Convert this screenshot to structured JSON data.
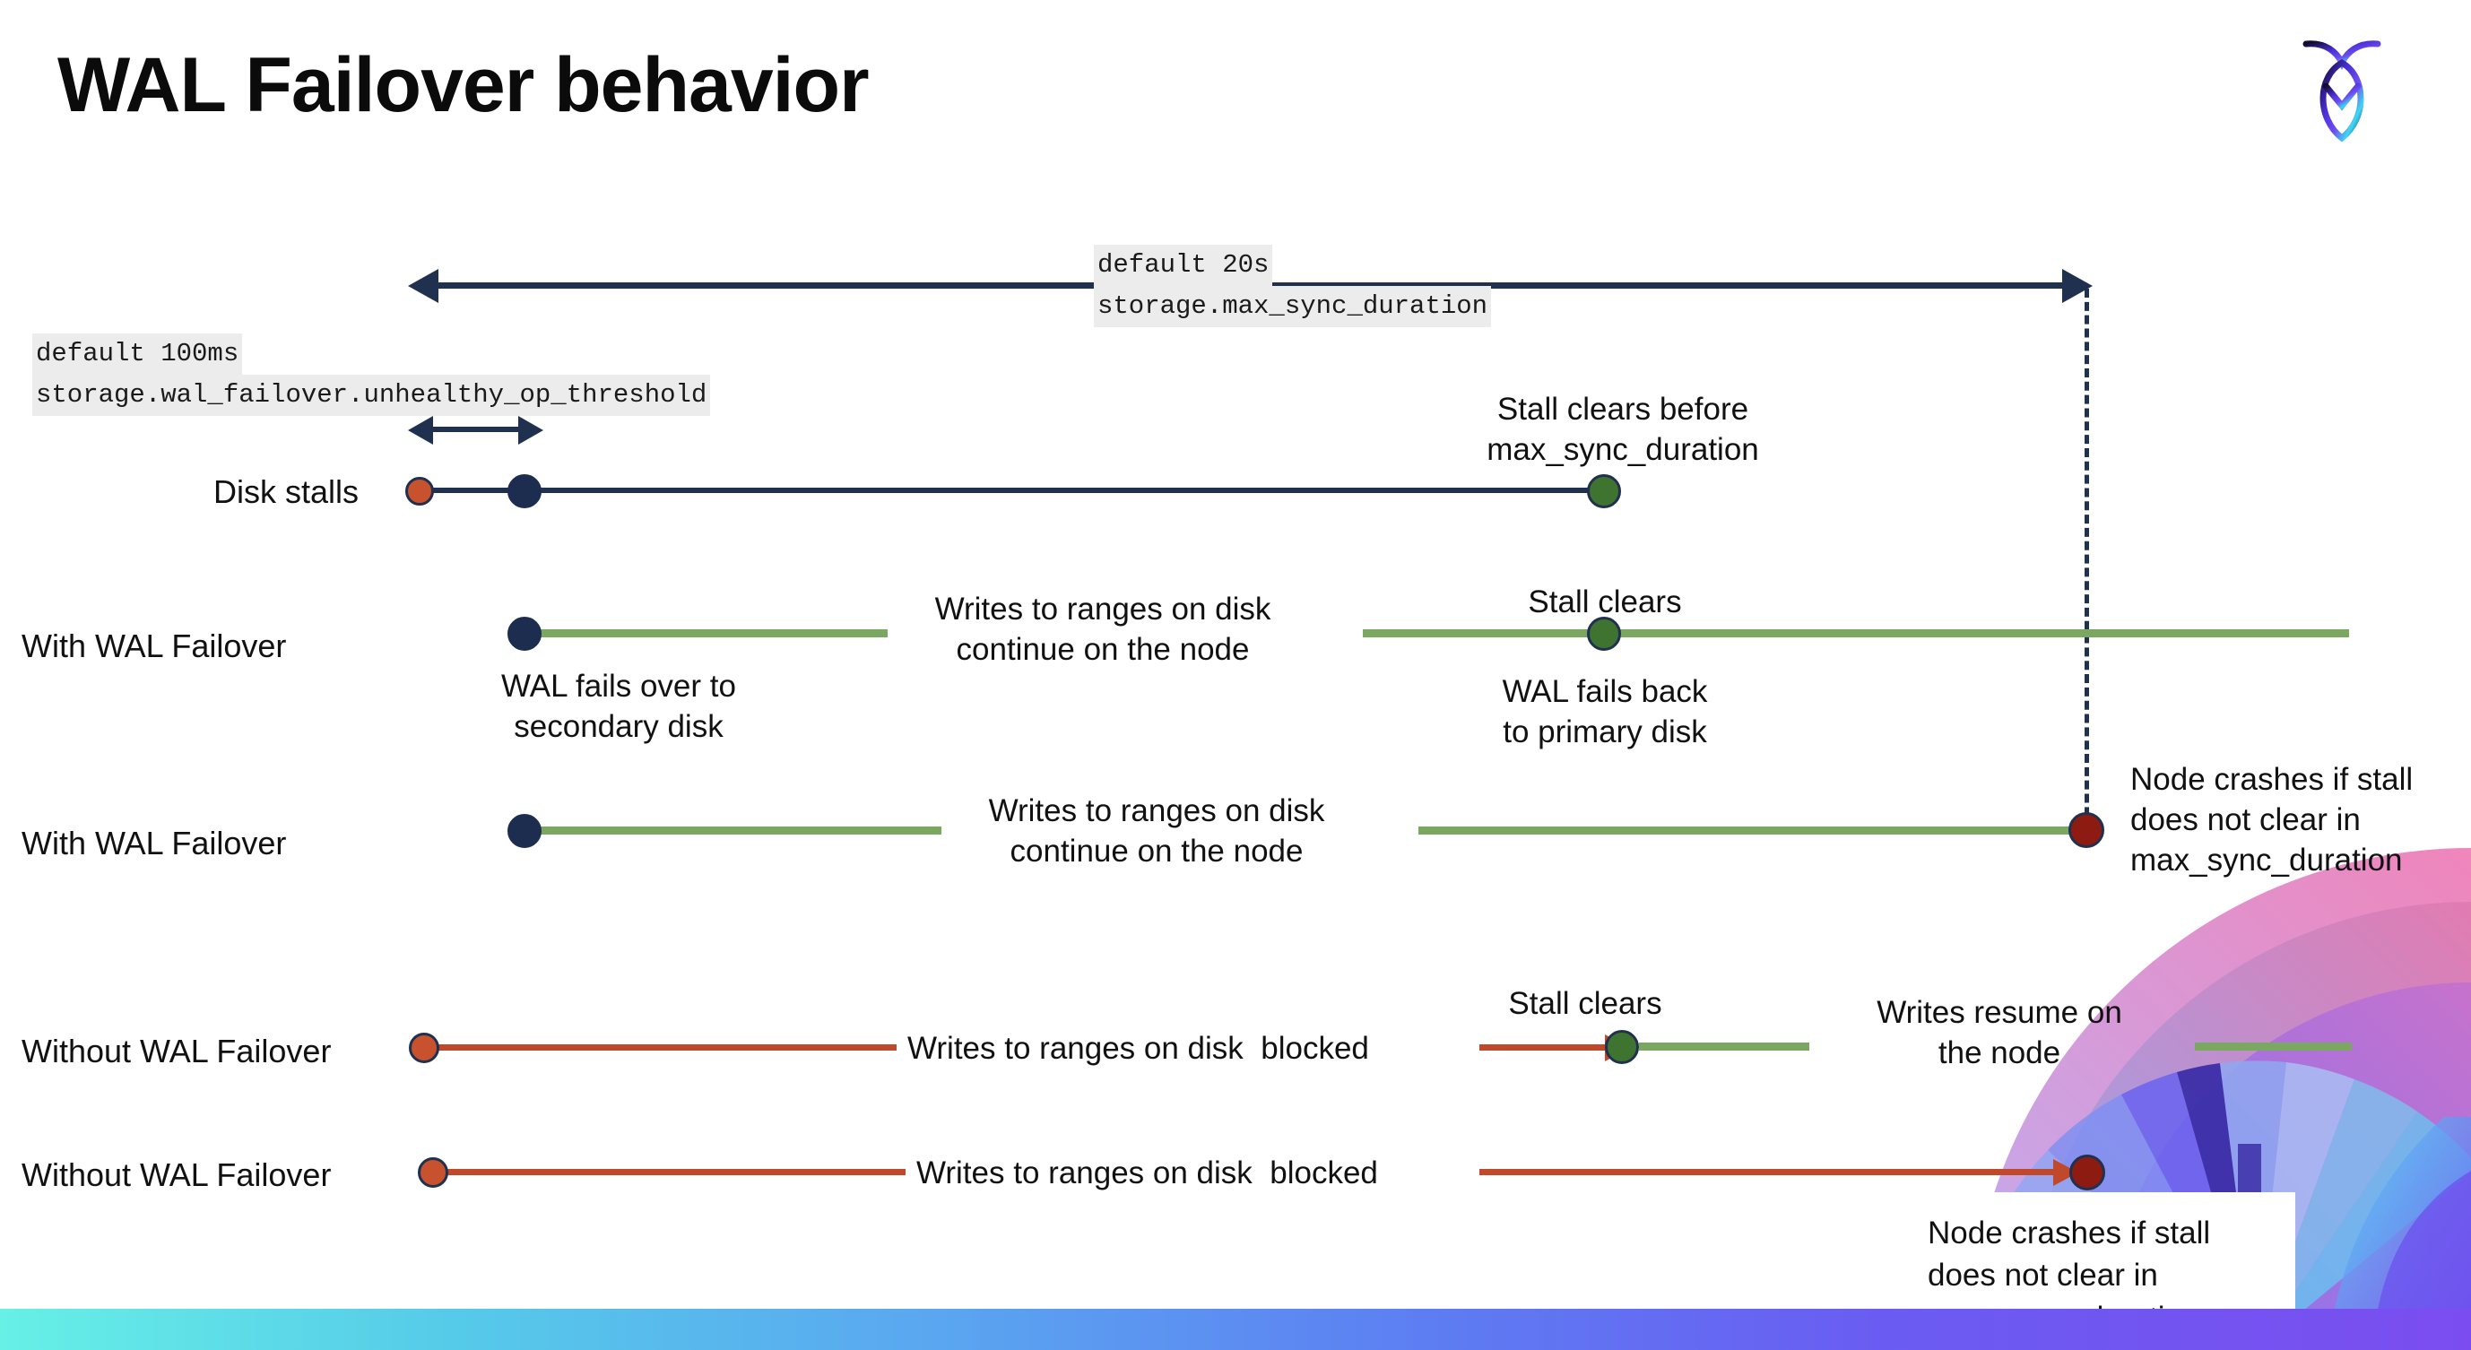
{
  "slide": {
    "title": "WAL Failover behavior",
    "logo_name": "cockroachdb-logo"
  },
  "settings": {
    "max_sync": {
      "default_label": "default 20s",
      "setting_name": "storage.max_sync_duration"
    },
    "unhealthy": {
      "default_label": "default 100ms",
      "setting_name": "storage.wal_failover.unhealthy_op_threshold"
    }
  },
  "rows": [
    {
      "label": "Disk stalls",
      "annotations": [
        "Stall clears before\nmax_sync_duration"
      ]
    },
    {
      "label": "With WAL Failover",
      "annotations": [
        "WAL fails over to\nsecondary disk",
        "Writes to ranges on disk\ncontinue on the node",
        "Stall clears",
        "WAL fails  back\nto primary disk"
      ]
    },
    {
      "label": "With WAL Failover",
      "annotations": [
        "Writes to ranges on disk\ncontinue on the node",
        "Node crashes if stall\ndoes not clear in\nmax_sync_duration"
      ]
    },
    {
      "label": "Without WAL Failover",
      "annotations": [
        "Writes to ranges on disk  blocked",
        "Stall clears",
        "Writes resume on\nthe node"
      ]
    },
    {
      "label": "Without WAL Failover",
      "annotations": [
        "Writes to ranges on disk  blocked",
        "Node crashes if stall\ndoes not clear in\nmax_sync_duration"
      ]
    }
  ],
  "text": {
    "stall_clears_before": "Stall clears before\nmax_sync_duration",
    "wal_fails_over": "WAL fails over to\nsecondary disk",
    "writes_continue": "Writes to ranges on disk\ncontinue on the node",
    "stall_clears": "Stall clears",
    "wal_fails_back": "WAL fails  back\nto primary disk",
    "writes_continue_2": "Writes to ranges on disk\ncontinue on the node",
    "node_crashes_1": "Node crashes if stall\ndoes not clear in\nmax_sync_duration",
    "writes_blocked_1": "Writes to ranges on disk  blocked",
    "stall_clears_2": "Stall clears",
    "writes_resume": "Writes resume on\nthe node",
    "writes_blocked_2": "Writes to ranges on disk  blocked",
    "node_crashes_2": "Node crashes if stall\ndoes not clear in\nmax_sync_duration",
    "row_label_1": "Disk stalls",
    "row_label_2": "With WAL Failover",
    "row_label_3": "With WAL Failover",
    "row_label_4": "Without WAL Failover",
    "row_label_5": "Without WAL Failover"
  },
  "colors": {
    "navy": "#20304f",
    "green_line": "#7aa860",
    "green_dot": "#3f7430",
    "red_line": "#c0492b",
    "orange_dot": "#c8512e",
    "dark_red_dot": "#8e1b12",
    "chip_bg": "#ececec",
    "bar_start": "#66f0e6",
    "bar_end": "#7b4df0"
  }
}
